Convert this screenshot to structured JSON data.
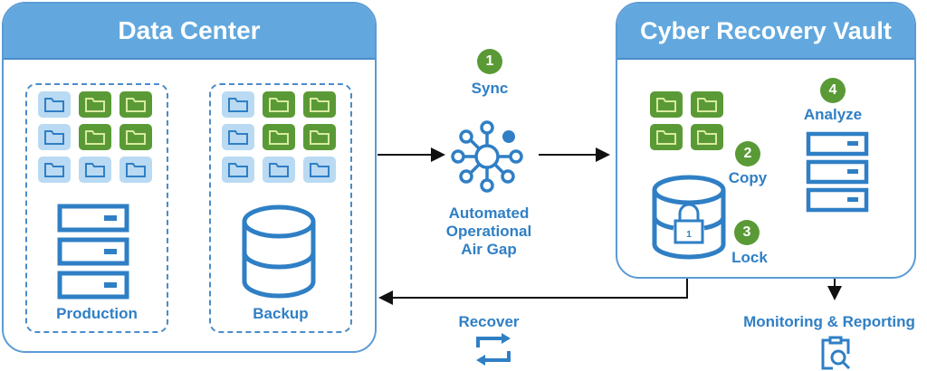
{
  "data_center": {
    "title": "Data Center",
    "production": {
      "label": "Production",
      "folders": [
        "blue",
        "green",
        "green",
        "blue",
        "green",
        "green",
        "blue",
        "blue",
        "blue"
      ]
    },
    "backup": {
      "label": "Backup",
      "folders": [
        "blue",
        "green",
        "green",
        "blue",
        "green",
        "green",
        "blue",
        "blue",
        "blue"
      ]
    }
  },
  "air_gap": {
    "step": {
      "number": "1",
      "label": "Sync"
    },
    "label_lines": [
      "Automated",
      "Operational",
      "Air Gap"
    ],
    "icon": "network-hub-icon"
  },
  "vault": {
    "title": "Cyber Recovery Vault",
    "folders": [
      "green",
      "green",
      "green",
      "green"
    ],
    "steps": [
      {
        "number": "2",
        "label": "Copy"
      },
      {
        "number": "3",
        "label": "Lock"
      },
      {
        "number": "4",
        "label": "Analyze"
      }
    ],
    "lock_number": "1"
  },
  "recover": {
    "label": "Recover",
    "icon": "sync-arrows-icon"
  },
  "monitoring": {
    "label": "Monitoring & Reporting",
    "icon": "clipboard-search-icon"
  },
  "colors": {
    "primary_blue": "#2f7fc5",
    "header_blue": "#62a8de",
    "green": "#5a9a36",
    "light_blue": "#b9daf2"
  }
}
